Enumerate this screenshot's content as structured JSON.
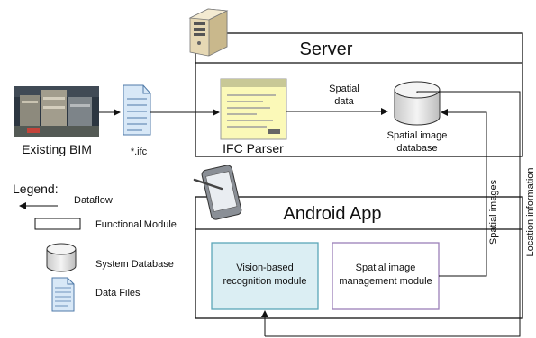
{
  "server": {
    "title": "Server"
  },
  "android": {
    "title": "Android App"
  },
  "existing_bim": {
    "label": "Existing BIM"
  },
  "ifc_file": {
    "label": "*.ifc"
  },
  "ifc_parser": {
    "label": "IFC Parser"
  },
  "spatial_data": {
    "line1": "Spatial",
    "line2": "data"
  },
  "spatial_db": {
    "line1": "Spatial image",
    "line2": "database"
  },
  "vision_module": {
    "line1": "Vision-based",
    "line2": "recognition module"
  },
  "management_module": {
    "line1": "Spatial image",
    "line2": "management module"
  },
  "side_labels": {
    "spatial_images": "Spatial images",
    "location_information": "Location information"
  },
  "legend": {
    "title": "Legend:",
    "dataflow": "Dataflow",
    "functional_module": "Functional Module",
    "system_database": "System Database",
    "data_files": "Data Files"
  },
  "colors": {
    "vision_fill": "#dbeef3",
    "vision_border": "#5aa6b8",
    "management_fill": "#ffffff",
    "management_border": "#9a7fb8"
  }
}
